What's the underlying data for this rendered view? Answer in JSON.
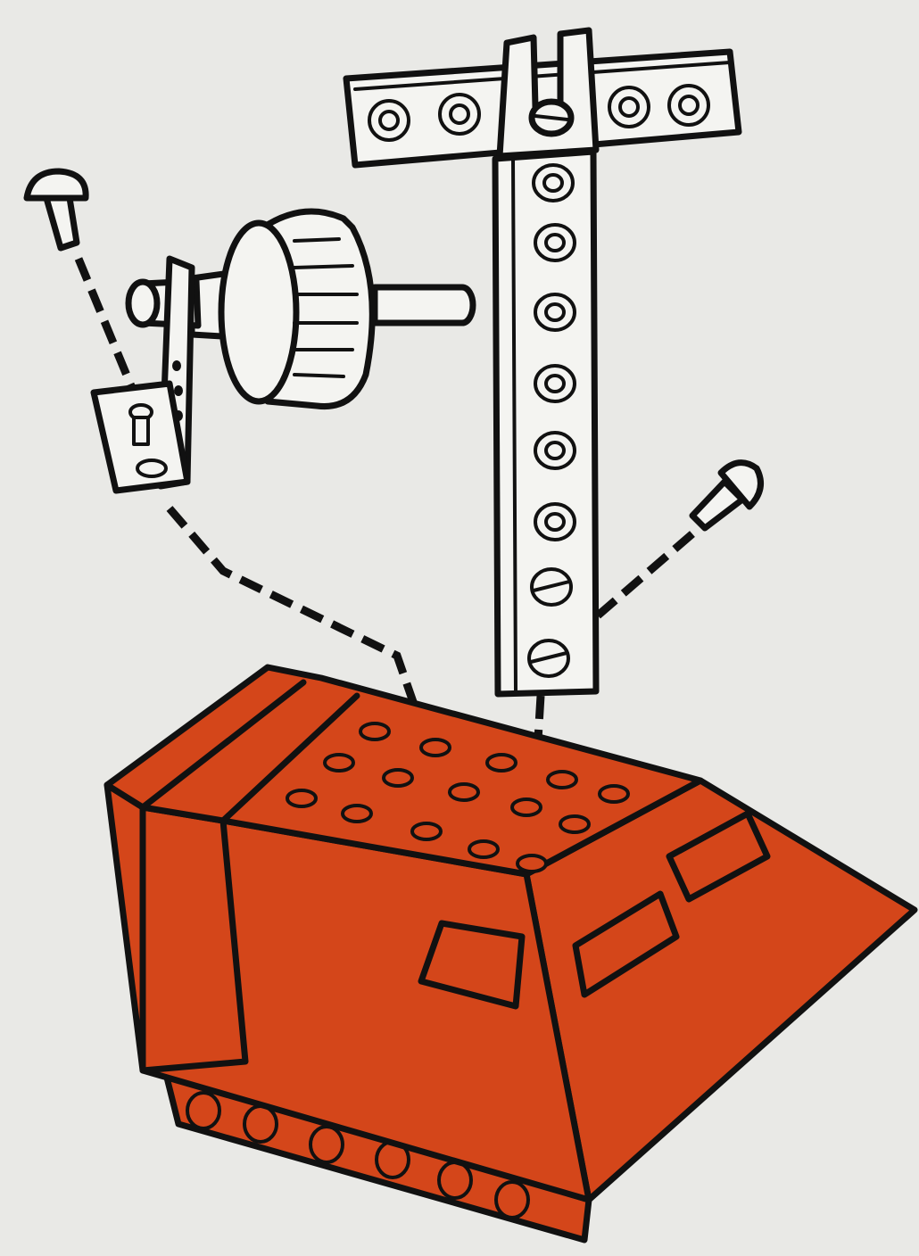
{
  "illustration": {
    "kind": "assembly-diagram",
    "colors": {
      "background": "#e9e9e6",
      "part_fill": "#f4f4f1",
      "base_fill": "#d4461a",
      "ink": "#111111"
    },
    "parts": [
      "screw",
      "screw",
      "angle-bracket",
      "axle-with-wheel",
      "t-bar",
      "base-block"
    ],
    "text": []
  }
}
